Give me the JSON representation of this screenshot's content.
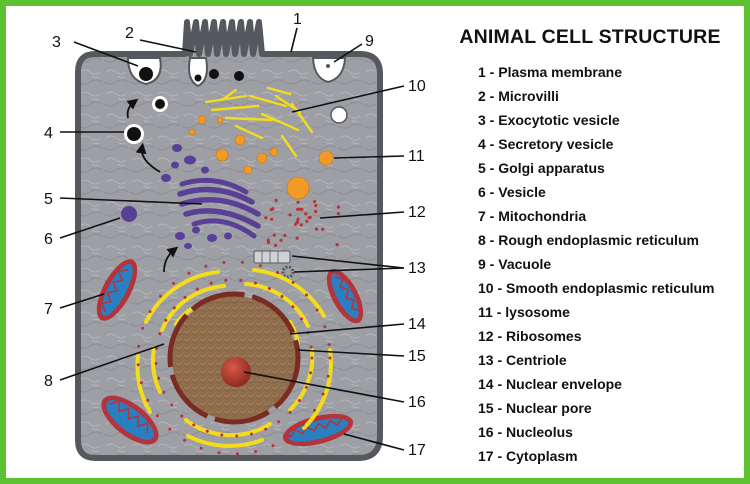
{
  "title": "ANIMAL CELL STRUCTURE",
  "legend": [
    {
      "num": "1",
      "label": "Plasma membrane"
    },
    {
      "num": "2",
      "label": "Microvilli"
    },
    {
      "num": "3",
      "label": "Exocytotic vesicle"
    },
    {
      "num": "4",
      "label": "Secretory vesicle"
    },
    {
      "num": "5",
      "label": "Golgi apparatus"
    },
    {
      "num": "6",
      "label": "Vesicle"
    },
    {
      "num": "7",
      "label": "Mitochondria"
    },
    {
      "num": "8",
      "label": "Rough endoplasmic reticulum"
    },
    {
      "num": "9",
      "label": "Vacuole"
    },
    {
      "num": "10",
      "label": "Smooth endoplasmic reticulum"
    },
    {
      "num": "11",
      "label": "lysosome"
    },
    {
      "num": "12",
      "label": "Ribosomes"
    },
    {
      "num": "13",
      "label": "Centriole"
    },
    {
      "num": "14",
      "label": "Nuclear envelope"
    },
    {
      "num": "15",
      "label": "Nuclear pore"
    },
    {
      "num": "16",
      "label": "Nucleolus"
    },
    {
      "num": "17",
      "label": "Cytoplasm"
    }
  ],
  "colors": {
    "border": "#5cc232",
    "cell_fill": "#9c9ea3",
    "membrane": "#55585d",
    "golgi": "#5a3f96",
    "mitochondria": "#b5333a",
    "cristae": "#2a7fc1",
    "nucleus": "#8e6a4b",
    "nucleolus": "#b1392c",
    "er": "#f3dc1c",
    "lysosome": "#f29a26"
  }
}
